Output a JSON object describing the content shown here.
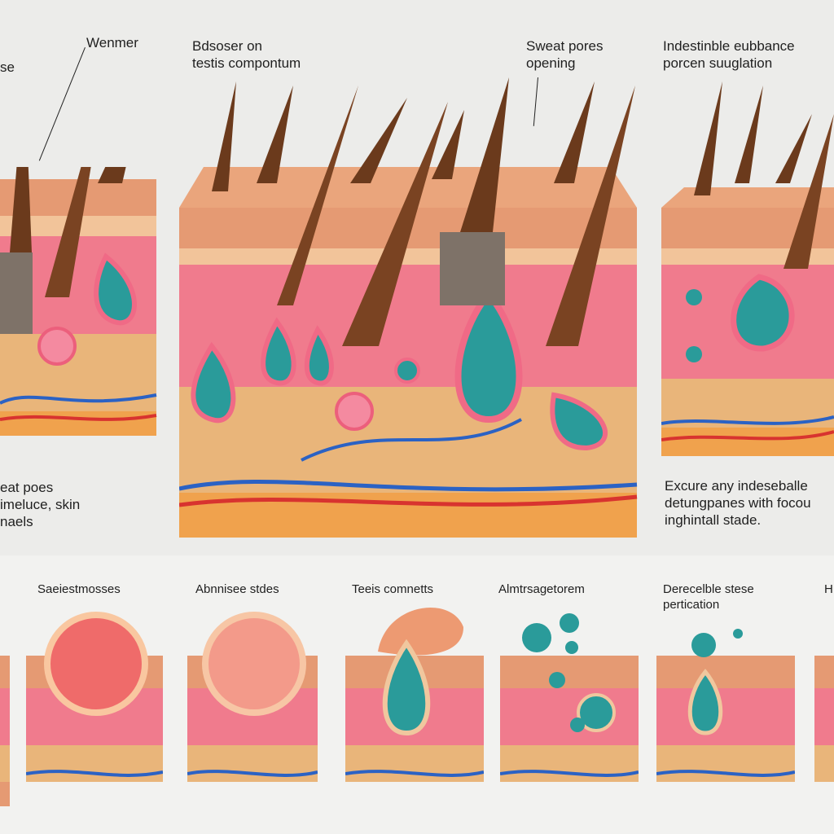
{
  "top_labels": [
    "se",
    "Wenmer",
    "Bdsoser on\ntestis compontum",
    "Sweat pores\nopening",
    "Indestinble eubbance\nporcen suuglation"
  ],
  "side_labels": {
    "left": "eat poes\nimeluce, skin\nnaels",
    "right": "Excure any indeseballe\ndetungpanes with focou\ninghintall stade."
  },
  "bottom_labels": [
    "Saeiestmosses",
    "Abnnisee stdes",
    "Teeis  comnetts",
    "Almtrsagetorem",
    "Derecelble stese\npertication",
    "H"
  ],
  "colors": {
    "background": "#ececea",
    "epidermis": "#e59a73",
    "dermis": "#f07b8d",
    "fat": "#e9b57a",
    "hair": "#6b3a1c",
    "gland": "#2a9b9a",
    "vein": "#2b62c4",
    "artery": "#d8332f"
  }
}
